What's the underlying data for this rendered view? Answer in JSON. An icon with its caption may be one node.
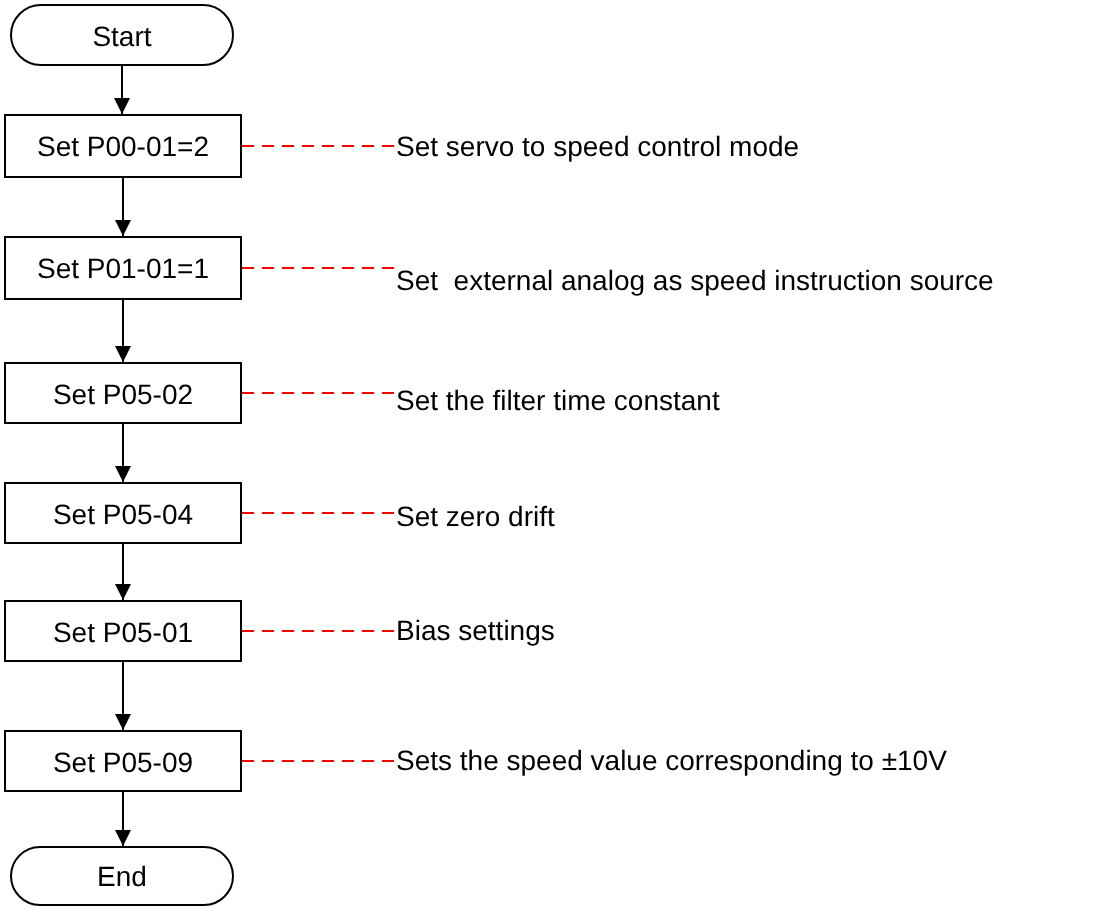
{
  "diagram": {
    "nodes": [
      {
        "text": [
          "Start"
        ]
      },
      {
        "text": [
          "Set P00-01=2"
        ]
      },
      {
        "text": [
          "Set servo to speed control mode"
        ]
      },
      {
        "text": [
          "Set P01-01=1"
        ]
      },
      {
        "text": [
          "Set  external analog as speed instruction source"
        ]
      },
      {
        "text": [
          "Set P05-02"
        ]
      },
      {
        "text": [
          "Set the filter time constant"
        ]
      },
      {
        "text": [
          "Set P05-04"
        ]
      },
      {
        "text": [
          "Set zero drift"
        ]
      },
      {
        "text": [
          "Set P05-01"
        ]
      },
      {
        "text": [
          "Bias settings"
        ]
      },
      {
        "text": [
          "Set P05-09"
        ]
      },
      {
        "text": [
          "Sets the speed value corresponding to ±10V"
        ]
      },
      {
        "text": [
          "End"
        ]
      }
    ],
    "edges": [
      {
        "from": 0,
        "to": 1,
        "arrow": "to"
      },
      {
        "from": 1,
        "to": 3,
        "arrow": "to"
      },
      {
        "from": 3,
        "to": 5,
        "arrow": "to"
      },
      {
        "from": 5,
        "to": 7,
        "arrow": "to"
      },
      {
        "from": 7,
        "to": 9,
        "arrow": "to"
      },
      {
        "from": 9,
        "to": 11,
        "arrow": "to"
      },
      {
        "from": 11,
        "to": 13,
        "arrow": "to"
      },
      {
        "from": 1,
        "to": 2,
        "arrow": "none",
        "style": "dashed",
        "color": "#ff0000"
      },
      {
        "from": 3,
        "to": 4,
        "arrow": "none",
        "style": "dashed",
        "color": "#ff0000"
      },
      {
        "from": 5,
        "to": 6,
        "arrow": "none",
        "style": "dashed",
        "color": "#ff0000"
      },
      {
        "from": 7,
        "to": 8,
        "arrow": "none",
        "style": "dashed",
        "color": "#ff0000"
      },
      {
        "from": 9,
        "to": 10,
        "arrow": "none",
        "style": "dashed",
        "color": "#ff0000"
      },
      {
        "from": 11,
        "to": 12,
        "arrow": "none",
        "style": "dashed",
        "color": "#ff0000"
      }
    ]
  }
}
